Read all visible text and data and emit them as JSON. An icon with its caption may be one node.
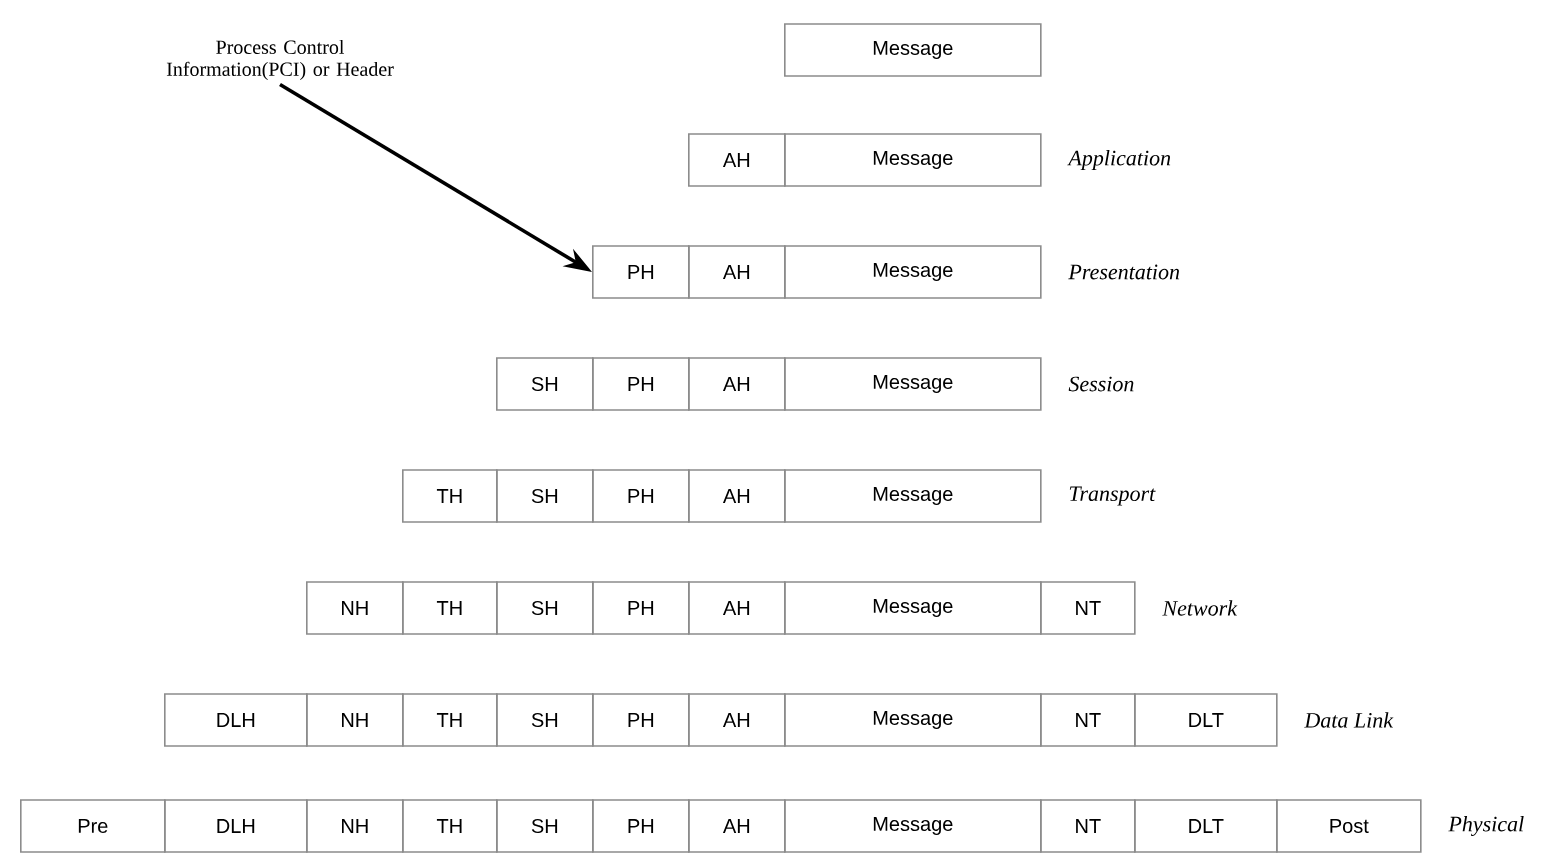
{
  "diagram": {
    "nodes": [
      {
        "text": [
          "Process Control Information(PCI) or Header"
        ]
      },
      {
        "text": [
          "Message"
        ]
      },
      {
        "text": [
          "AH"
        ]
      },
      {
        "text": [
          "Message"
        ]
      },
      {
        "text": [
          "PH"
        ]
      },
      {
        "text": [
          "AH"
        ]
      },
      {
        "text": [
          "Message"
        ]
      },
      {
        "text": [
          "SH"
        ]
      },
      {
        "text": [
          "PH"
        ]
      },
      {
        "text": [
          "AH"
        ]
      },
      {
        "text": [
          "Message"
        ]
      },
      {
        "text": [
          "TH"
        ]
      },
      {
        "text": [
          "SH"
        ]
      },
      {
        "text": [
          "PH"
        ]
      },
      {
        "text": [
          "AH"
        ]
      },
      {
        "text": [
          "Message"
        ]
      },
      {
        "text": [
          "NH"
        ]
      },
      {
        "text": [
          "TH"
        ]
      },
      {
        "text": [
          "SH"
        ]
      },
      {
        "text": [
          "PH"
        ]
      },
      {
        "text": [
          "AH"
        ]
      },
      {
        "text": [
          "Message"
        ]
      },
      {
        "text": [
          "NT"
        ]
      },
      {
        "text": [
          "DLH"
        ]
      },
      {
        "text": [
          "NH"
        ]
      },
      {
        "text": [
          "TH"
        ]
      },
      {
        "text": [
          "SH"
        ]
      },
      {
        "text": [
          "PH"
        ]
      },
      {
        "text": [
          "AH"
        ]
      },
      {
        "text": [
          "Message"
        ]
      },
      {
        "text": [
          "NT"
        ]
      },
      {
        "text": [
          "DLT"
        ]
      },
      {
        "text": [
          "Pre"
        ]
      },
      {
        "text": [
          "DLH"
        ]
      },
      {
        "text": [
          "NH"
        ]
      },
      {
        "text": [
          "TH"
        ]
      },
      {
        "text": [
          "SH"
        ]
      },
      {
        "text": [
          "PH"
        ]
      },
      {
        "text": [
          "AH"
        ]
      },
      {
        "text": [
          "Message"
        ]
      },
      {
        "text": [
          "NT"
        ]
      },
      {
        "text": [
          "DLT"
        ]
      },
      {
        "text": [
          "Post"
        ]
      }
    ],
    "edges": [
      {
        "from": 0,
        "to": 4,
        "arrow": "to"
      }
    ],
    "labels": [
      "Application",
      "Presentation",
      "Session",
      "Transport",
      "Network",
      "Data Link",
      "Physical"
    ]
  }
}
